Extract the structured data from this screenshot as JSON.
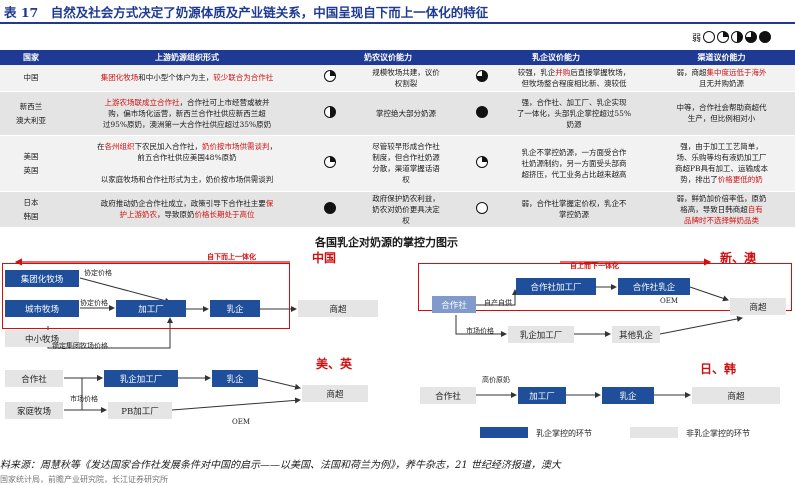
{
  "title": "表 17　自然及社会方式决定了奶源体质及产业链关系，中国呈现自下而上一体化的特征",
  "legend_top": {
    "label": "弱",
    "levels": [
      0,
      25,
      50,
      75,
      100
    ]
  },
  "table": {
    "headers": [
      "国家",
      "上游奶源组织形式",
      "奶农议价能力",
      "",
      "乳企议价能力",
      "",
      "渠道议价能力"
    ],
    "rows": [
      {
        "countries": [
          "中国"
        ],
        "org": [
          [
            {
              "t": "集团化牧场",
              "red": true
            },
            {
              "t": "和中小型个体户为主，"
            },
            {
              "t": "较少联合为合作社",
              "red": true
            }
          ]
        ],
        "farmer_level": 25,
        "farmer": [
          "规模牧场共建，议价",
          "权割裂"
        ],
        "dairy_level": 75,
        "dairy": [
          [
            {
              "t": "较强，乳企"
            },
            {
              "t": "并购",
              "red": true
            },
            {
              "t": "后直接掌握牧场，"
            }
          ],
          [
            {
              "t": "但牧场整合程度相比新、澳较低"
            }
          ]
        ],
        "channel": [
          [
            {
              "t": "弱，商超"
            },
            {
              "t": "集中度远低于海外",
              "red": true
            }
          ],
          [
            {
              "t": "且无并购奶源"
            }
          ]
        ]
      },
      {
        "countries": [
          "新西兰",
          "澳大利亚"
        ],
        "org": [
          [
            {
              "t": "上游农场联成立合作社",
              "red": true
            },
            {
              "t": "，合作社可上市经营或被并"
            }
          ],
          [
            {
              "t": "购，偏市场化运营，新西兰合作社供应新西兰超"
            }
          ],
          [
            {
              "t": "过95%原奶，澳洲第一大合作社供应超过35%原奶"
            }
          ]
        ],
        "farmer_level": 50,
        "farmer": [
          "掌控绝大部分奶源"
        ],
        "dairy_level": 100,
        "dairy": [
          [
            {
              "t": "强，合作社、加工厂、乳企实现"
            }
          ],
          [
            {
              "t": "了一体化，头部乳企掌控超过55%"
            }
          ],
          [
            {
              "t": "奶源"
            }
          ]
        ],
        "channel": [
          [
            {
              "t": "中等，合作社会帮助商超代"
            }
          ],
          [
            {
              "t": "生产，但比例相对小"
            }
          ]
        ]
      },
      {
        "countries": [
          "美国",
          "英国"
        ],
        "org": [
          [
            {
              "t": "在"
            },
            {
              "t": "各州组织",
              "red": true
            },
            {
              "t": "下农民加入合作社，"
            },
            {
              "t": "奶价按市场供需谈判",
              "red": true
            },
            {
              "t": "，"
            }
          ],
          [
            {
              "t": "前五合作社供应美国48%原奶"
            }
          ],
          [
            {
              "t": ""
            }
          ],
          [
            {
              "t": "以家庭牧场和合作社形式为主，奶价按市场供需谈判"
            }
          ]
        ],
        "farmer_level": 25,
        "farmer": [
          "尽管较早形成合作社",
          "制度，但合作社奶源",
          "分散，渠道掌握话语",
          "权"
        ],
        "dairy_level": 25,
        "dairy": [
          [
            {
              "t": "乳企不掌控奶源，一方面受合作"
            }
          ],
          [
            {
              "t": "社奶源制约，另一方面受头部商"
            }
          ],
          [
            {
              "t": "超挤压，代工业务占比越来越高"
            }
          ]
        ],
        "channel": [
          [
            {
              "t": "强，由于加工工艺简单，"
            }
          ],
          [
            {
              "t": "场、乐购等均有液奶加工厂"
            }
          ],
          [
            {
              "t": "商超PB具有加工、运输成本"
            }
          ],
          [
            {
              "t": "势，排出了"
            },
            {
              "t": "价格更低的奶",
              "red": true
            }
          ]
        ]
      },
      {
        "countries": [
          "日本",
          "韩国"
        ],
        "org": [
          [
            {
              "t": "政府推动奶企合作社成立，政策引导下合作社主要"
            },
            {
              "t": "保",
              "red": true
            }
          ],
          [
            {
              "t": "护上游奶农",
              "red": true
            },
            {
              "t": "，导致原奶"
            },
            {
              "t": "价格长期处于高位",
              "red": true
            }
          ]
        ],
        "farmer_level": 100,
        "farmer": [
          "政府保护奶农利益，",
          "奶农对奶价更具决定",
          "权"
        ],
        "dairy_level": 0,
        "dairy": [
          [
            {
              "t": "弱，合作社掌握定价权，乳企不"
            }
          ],
          [
            {
              "t": "掌控奶源"
            }
          ]
        ],
        "channel": [
          [
            {
              "t": "弱，鲜奶加价倍率低，原奶"
            }
          ],
          [
            {
              "t": "格高，导致日韩商超"
            },
            {
              "t": "自有",
              "red": true
            }
          ],
          [
            {
              "t": "品牌时不选择鲜奶品类",
              "red": true
            }
          ]
        ]
      }
    ]
  },
  "diagram": {
    "title": "各国乳企对奶源的掌控力图示",
    "china": {
      "region": "中国",
      "flow": "自下而上一体化",
      "farm": "集团化牧场",
      "city": "城市牧场",
      "small": "中小牧场",
      "plant": "加工厂",
      "dairy": "乳企",
      "market": "商超",
      "agree": "协定价格",
      "agree2": "协定价格",
      "lock": "锁定集团牧场价格"
    },
    "nzau": {
      "region": "新、澳",
      "flow": "自上而下一体化",
      "coop": "合作社",
      "cplant": "合作社加工厂",
      "cdairy": "合作社乳企",
      "market": "商超",
      "self": "自产自供",
      "mkt_price": "市场价格",
      "dplant": "乳企加工厂",
      "other": "其他乳企",
      "oem": "OEM"
    },
    "usuk": {
      "region": "美、英",
      "coop": "合作社",
      "farm": "家庭牧场",
      "dplant": "乳企加工厂",
      "dairy": "乳企",
      "market": "商超",
      "pb": "PB加工厂",
      "mkt_price": "市场价格",
      "oem": "OEM"
    },
    "jpkr": {
      "region": "日、韩",
      "coop": "合作社",
      "plant": "加工厂",
      "dairy": "乳企",
      "market": "商超",
      "high": "高价原奶"
    },
    "legend": {
      "blue": "乳企掌控的环节",
      "grey": "非乳企掌控的环节"
    }
  },
  "footer": "料来源：周慧秋等《发达国家合作社发展条件对中国的启示——以美国、法国和荷兰为例》，养牛杂志，21 世纪经济报道，澳大",
  "footer2": "国家统计局，前瞻产业研究院，长江证券研究所"
}
